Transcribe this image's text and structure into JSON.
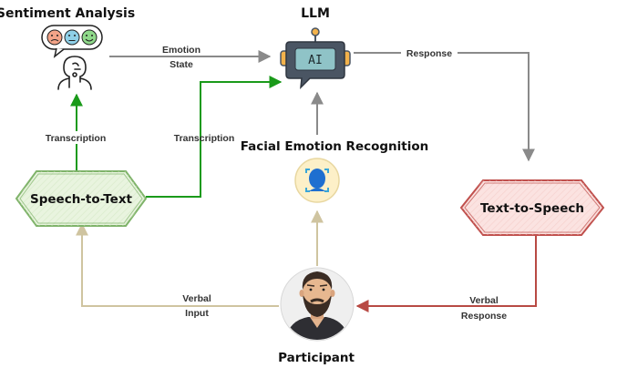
{
  "nodes": {
    "sentiment": {
      "label": "Sentiment Analysis",
      "emojis": [
        "😞",
        "😐",
        "🙂"
      ]
    },
    "llm": {
      "label": "LLM",
      "screen_text": "AI"
    },
    "fer": {
      "label": "Facial Emotion Recognition"
    },
    "stt": {
      "label": "Speech-to-Text"
    },
    "tts": {
      "label": "Text-to-Speech"
    },
    "participant": {
      "label": "Participant"
    }
  },
  "edges": {
    "emotion_state": {
      "line1": "Emotion",
      "line2": "State"
    },
    "response": {
      "label": "Response"
    },
    "transcription_left": {
      "label": "Transcription"
    },
    "transcription_right": {
      "label": "Transcription"
    },
    "verbal_input": {
      "line1": "Verbal",
      "line2": "Input"
    },
    "verbal_response": {
      "line1": "Verbal",
      "line2": "Response"
    }
  },
  "colors": {
    "gray_arrow": "#8a8a8a",
    "green_arrow": "#1a9a1a",
    "beige_arrow": "#cfc4a0",
    "red_arrow": "#b84a44",
    "stt_fill": "#e9f4df",
    "stt_stroke": "#7fb36a",
    "tts_fill": "#fbe3e1",
    "tts_stroke": "#c0504d",
    "robot_body": "#4a5563",
    "robot_screen": "#8fc3c7",
    "robot_accent": "#f2b24b"
  },
  "icons": {
    "sentiment": "emotion-faces-and-person-icon",
    "llm": "ai-robot-icon",
    "fer": "face-scan-icon",
    "participant": "bearded-man-avatar-icon"
  }
}
